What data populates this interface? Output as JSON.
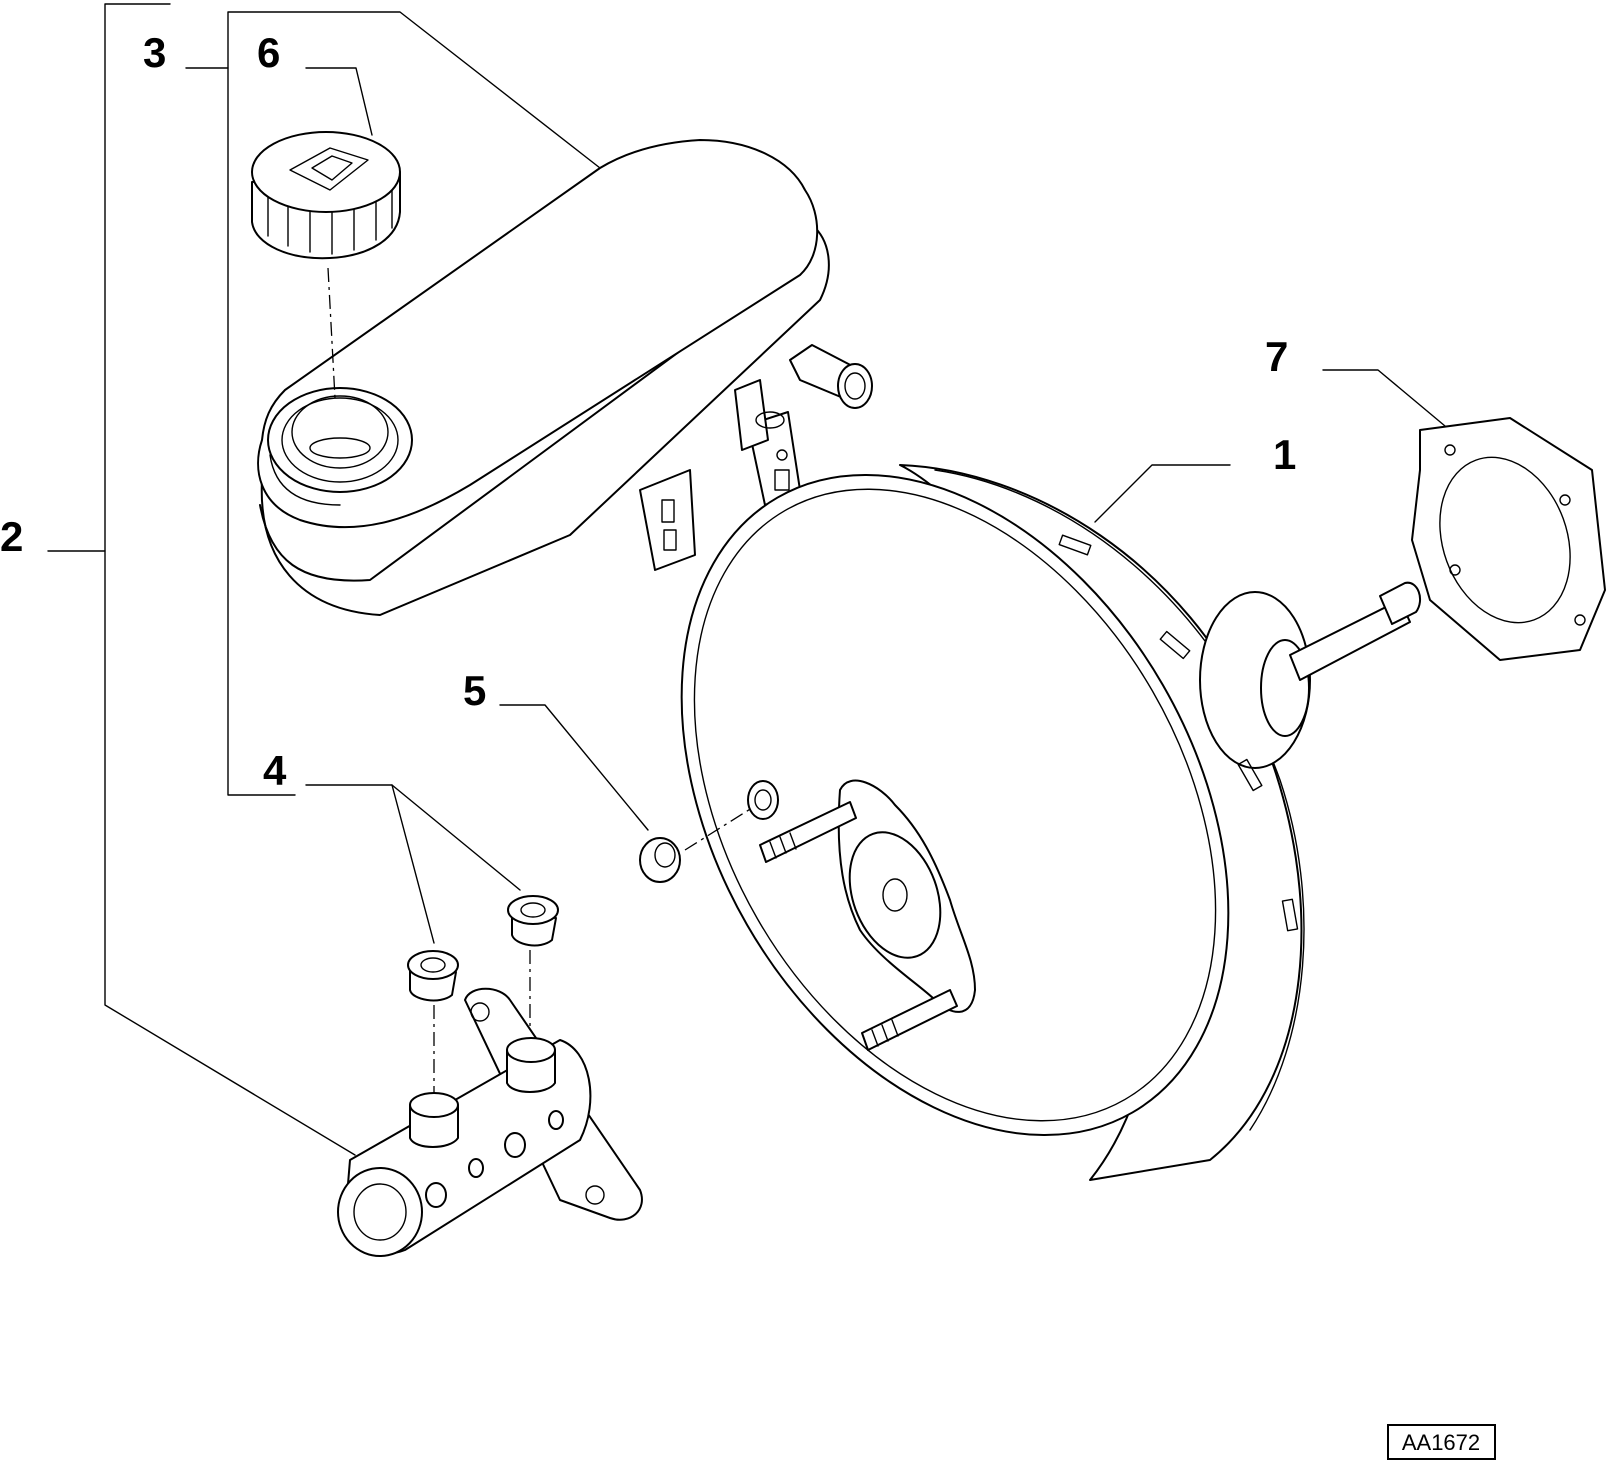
{
  "callouts": [
    {
      "id": "1",
      "part": "brake-booster"
    },
    {
      "id": "2",
      "part": "master-cylinder-assembly"
    },
    {
      "id": "3",
      "part": "fluid-reservoir"
    },
    {
      "id": "4",
      "part": "reservoir-grommets"
    },
    {
      "id": "5",
      "part": "booster-seal"
    },
    {
      "id": "6",
      "part": "reservoir-cap"
    },
    {
      "id": "7",
      "part": "booster-gasket"
    }
  ],
  "reference_code": "AA1672",
  "colors": {
    "line": "#000000",
    "background": "#ffffff"
  }
}
